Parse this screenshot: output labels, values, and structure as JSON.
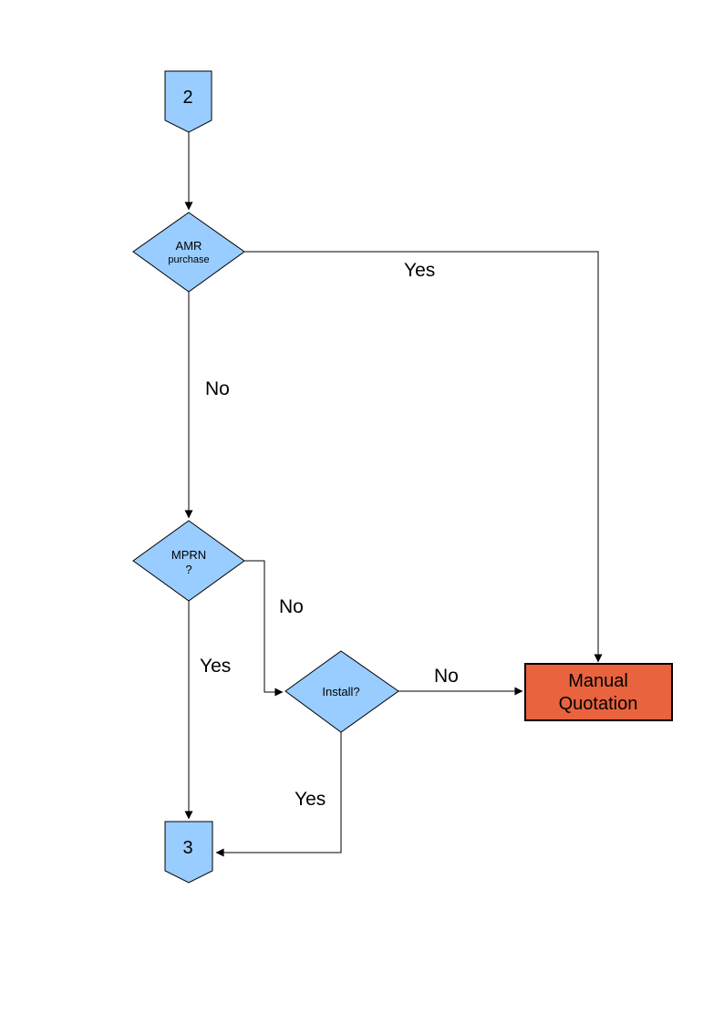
{
  "colors": {
    "background": "#ffffff",
    "node_fill": "#99CCFF",
    "node_stroke": "#000000",
    "terminal_fill": "#E8633E",
    "line": "#000000",
    "text": "#000000"
  },
  "flowchart": {
    "connector_top": {
      "label": "2"
    },
    "decision_amr": {
      "line1": "AMR",
      "line2": "purchase"
    },
    "decision_mprn": {
      "line1": "MPRN",
      "line2": "?"
    },
    "decision_install": {
      "label": "Install?"
    },
    "process_manual_quotation": {
      "line1": "Manual",
      "line2": "Quotation"
    },
    "connector_bottom": {
      "label": "3"
    },
    "labels": {
      "amr_yes": "Yes",
      "amr_no": "No",
      "mprn_no": "No",
      "mprn_yes": "Yes",
      "install_no": "No",
      "install_yes": "Yes"
    }
  }
}
